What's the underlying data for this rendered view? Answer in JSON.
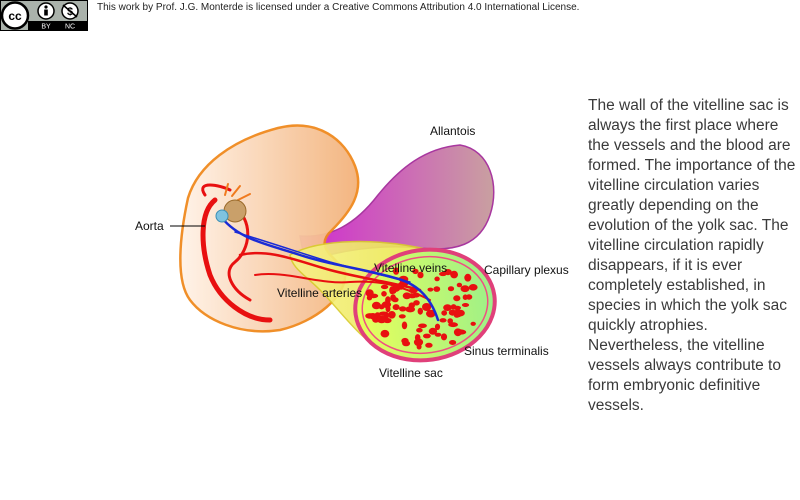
{
  "license": {
    "badge_lines": [
      "cc",
      "BY",
      "NC"
    ],
    "text": "This work by Prof. J.G. Monterde is licensed under a Creative Commons Attribution 4.0 International License."
  },
  "diagram": {
    "labels": {
      "allantois": "Allantois",
      "aorta": "Aorta",
      "vitelline_veins": "Vitelline veins",
      "capillary_plexus": "Capillary plexus",
      "vitelline_arteries": "Vitelline arteries",
      "sinus_terminalis": "Sinus terminalis",
      "vitelline_sac": "Vitelline sac"
    },
    "colors": {
      "embryo_fill": "#f7c79a",
      "embryo_stroke": "#f08a1e",
      "allantois_fill": "#c93bc9",
      "yolk_stalk_fill": "#f2e84a",
      "yolk_sac_fill": "#c6f25a",
      "sinus_stroke": "#e0407a",
      "artery": "#e81010",
      "vein": "#1a2bd6"
    }
  },
  "description": "The wall of the vitelline sac is always the first place where the vessels and the blood are formed. The importance of the vitelline circulation varies greatly depending on the evolution of the yolk sac. The vitelline circulation rapidly disappears, if it is ever completely established, in species  in which the yolk sac quickly atrophies. Nevertheless, the vitelline vessels always contribute to form embryonic definitive vessels."
}
